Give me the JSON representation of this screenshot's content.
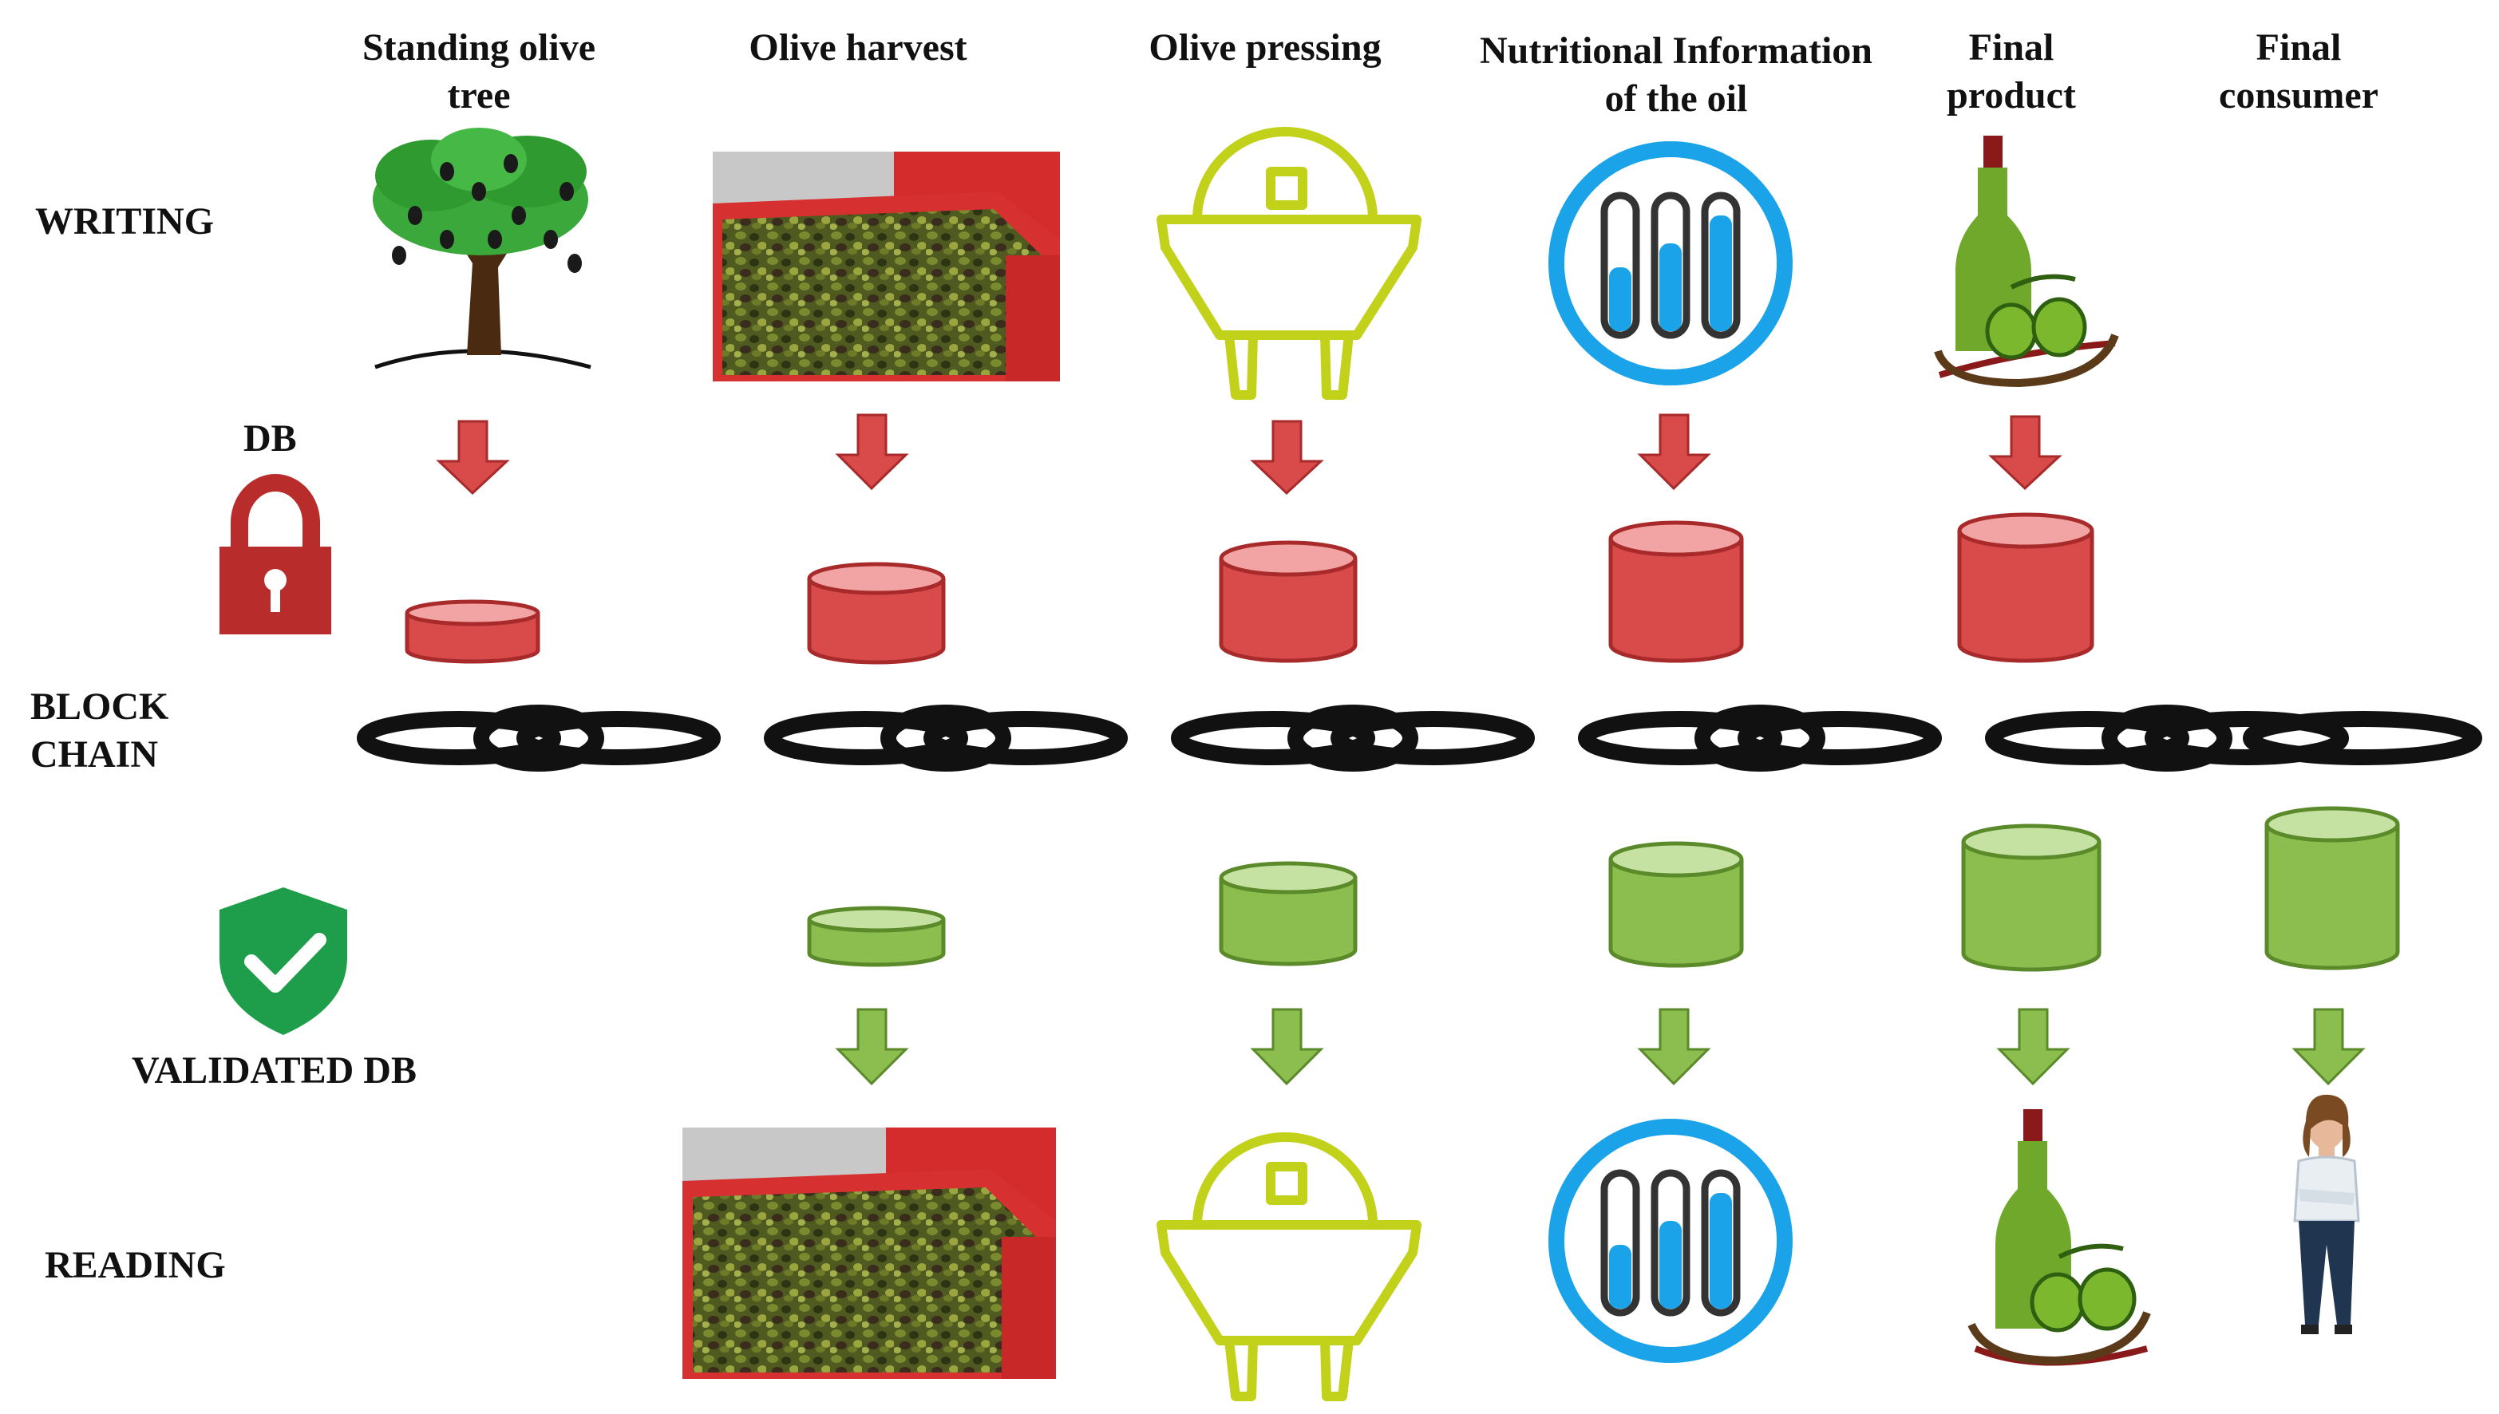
{
  "stages": [
    {
      "id": "tree",
      "title": "Standing olive\ntree"
    },
    {
      "id": "harvest",
      "title": "Olive harvest"
    },
    {
      "id": "pressing",
      "title": "Olive pressing"
    },
    {
      "id": "nutrition",
      "title": "Nutritional Information\nof the oil"
    },
    {
      "id": "product",
      "title": "Final\nproduct"
    },
    {
      "id": "consumer",
      "title": "Final\nconsumer"
    }
  ],
  "rows": {
    "writing": "WRITING",
    "db": "DB",
    "blockchain": "BLOCK\nCHAIN",
    "validated": "VALIDATED DB",
    "reading": "READING"
  },
  "icons": {
    "lock": "padlock-icon",
    "shield": "check-shield-icon",
    "tree": "olive-tree-icon",
    "harvest": "olive-crate-photo",
    "press": "olive-press-icon",
    "tubes": "test-tubes-icon",
    "bottle": "olive-oil-bottle-icon",
    "person": "consumer-person-icon"
  },
  "colors": {
    "red": "#d94b4b",
    "red_dark": "#a82a2a",
    "green": "#8bbd4f",
    "green_dark": "#5b8a2a",
    "lime": "#c2d11a",
    "blue": "#1aa3e8",
    "chain": "#111111"
  }
}
